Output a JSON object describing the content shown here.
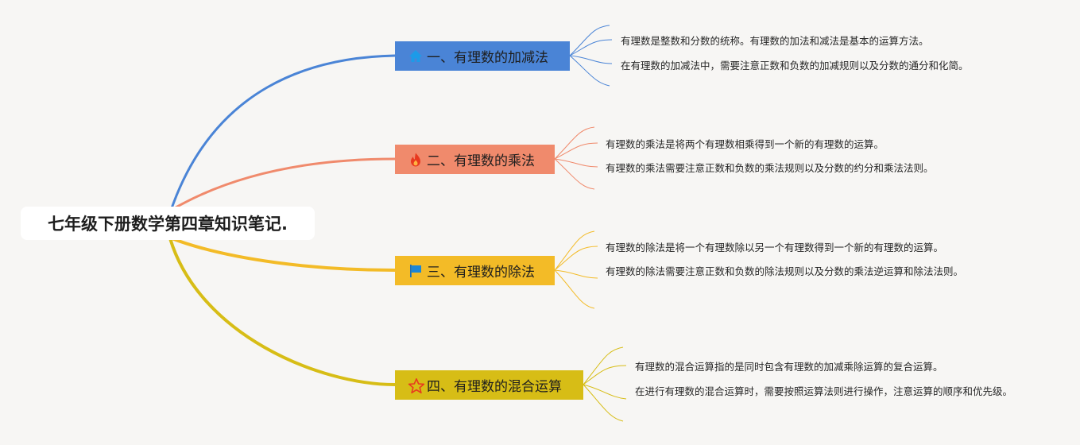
{
  "root": {
    "title": "七年级下册数学第四章知识笔记."
  },
  "branches": [
    {
      "label": "一、有理数的加减法",
      "icon": "house-icon",
      "color": "#4a84d6",
      "notes": [
        "有理数是整数和分数的统称。有理数的加法和减法是基本的运算方法。",
        "在有理数的加减法中，需要注意正数和负数的加减规则以及分数的通分和化简。"
      ]
    },
    {
      "label": "二、有理数的乘法",
      "icon": "fire-icon",
      "color": "#f08a6c",
      "notes": [
        "有理数的乘法是将两个有理数相乘得到一个新的有理数的运算。",
        "有理数的乘法需要注意正数和负数的乘法规则以及分数的约分和乘法法则。"
      ]
    },
    {
      "label": "三、有理数的除法",
      "icon": "flag-icon",
      "color": "#f3bb27",
      "notes": [
        "有理数的除法是将一个有理数除以另一个有理数得到一个新的有理数的运算。",
        "有理数的除法需要注意正数和负数的除法规则以及分数的乘法逆运算和除法法则。"
      ]
    },
    {
      "label": "四、有理数的混合运算",
      "icon": "star-icon",
      "color": "#d7bd16",
      "notes": [
        "有理数的混合运算指的是同时包含有理数的加减乘除运算的复合运算。",
        "在进行有理数的混合运算时，需要按照运算法则进行操作，注意运算的顺序和优先级。"
      ]
    }
  ]
}
